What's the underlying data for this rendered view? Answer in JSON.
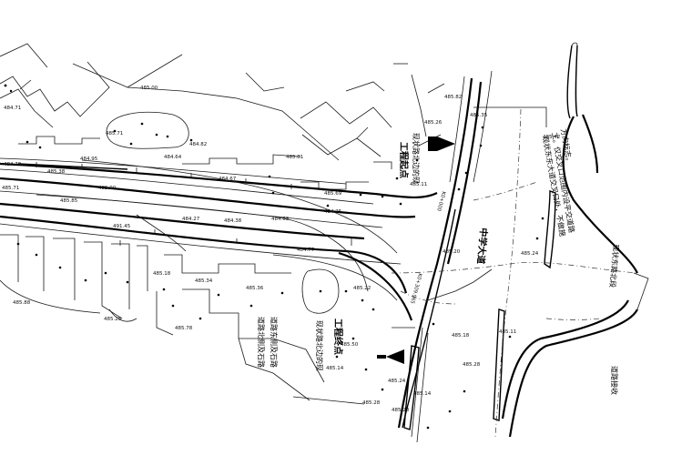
{
  "elevations": {
    "e1": "484.71",
    "e2": "485.00",
    "e3": "485.71",
    "e4": "485.82",
    "e5": "485.26",
    "e6": "485.35",
    "e7": "485.42",
    "e8": "484.70",
    "e9": "485.38",
    "e10": "485.71",
    "e11": "484.95",
    "e12": "485.01",
    "e13": "484.82",
    "e14": "484.64",
    "e15": "484.67",
    "e16": "485.69",
    "e17": "484.25",
    "e18": "485.00",
    "e19": "485.11",
    "e20": "484.27",
    "e21": "484.38",
    "e22": "484.63",
    "e23": "484.77",
    "e24": "485.20",
    "e25": "485.24",
    "e26": "491.45",
    "e27": "485.85",
    "e28": "485.18",
    "e29": "485.34",
    "e30": "485.36",
    "e31": "485.22",
    "e32": "485.25",
    "e33": "485.18",
    "e34": "485.28",
    "e35": "485.28",
    "e36": "485.78",
    "e37": "485.88",
    "e38": "485.50",
    "e39": "485.14",
    "e40": "485.28",
    "e41": "485.14",
    "e42": "485.24",
    "e43": "485.11"
  },
  "labels": {
    "road_name": "中学大道",
    "note_right_1": "现状东东大道交叉口处，不做施",
    "note_right_2": "工。仅交叉口范围内设平交道路",
    "note_right_3": "方向标志。",
    "rd_right": "现状东路北段",
    "gangle_right": "道路接收",
    "work_start": "工程起点",
    "work_start_2": "现状路北边的现",
    "work_start_3": "现状路北边的现",
    "work_end": "工程终点",
    "work_end_2": "道路北侧及石路",
    "work_end_3": "道路东侧及石路",
    "station_1": "K0+000",
    "station_2": "K0+309.965"
  }
}
